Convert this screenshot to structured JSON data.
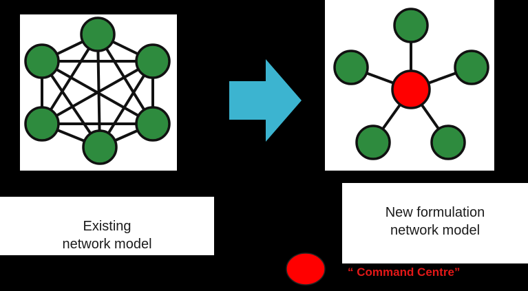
{
  "diagram": {
    "left_caption": {
      "line1": "Existing",
      "line2": "network model"
    },
    "right_caption": {
      "line1": "New formulation",
      "line2": "network model"
    },
    "legend": {
      "label": "“ Command Centre”",
      "color": "#ff0000"
    },
    "colors": {
      "node_fill": "#2e8b3e",
      "node_stroke": "#111111",
      "edge": "#111111",
      "hub_fill": "#ff0000",
      "arrow": "#3cb4d0",
      "background": "#000000",
      "panel": "#ffffff"
    },
    "existing_model": {
      "topology": "full-mesh",
      "node_count": 6,
      "edge_count": 15
    },
    "new_model": {
      "topology": "star",
      "hub": "command-centre",
      "spoke_count": 5
    }
  }
}
